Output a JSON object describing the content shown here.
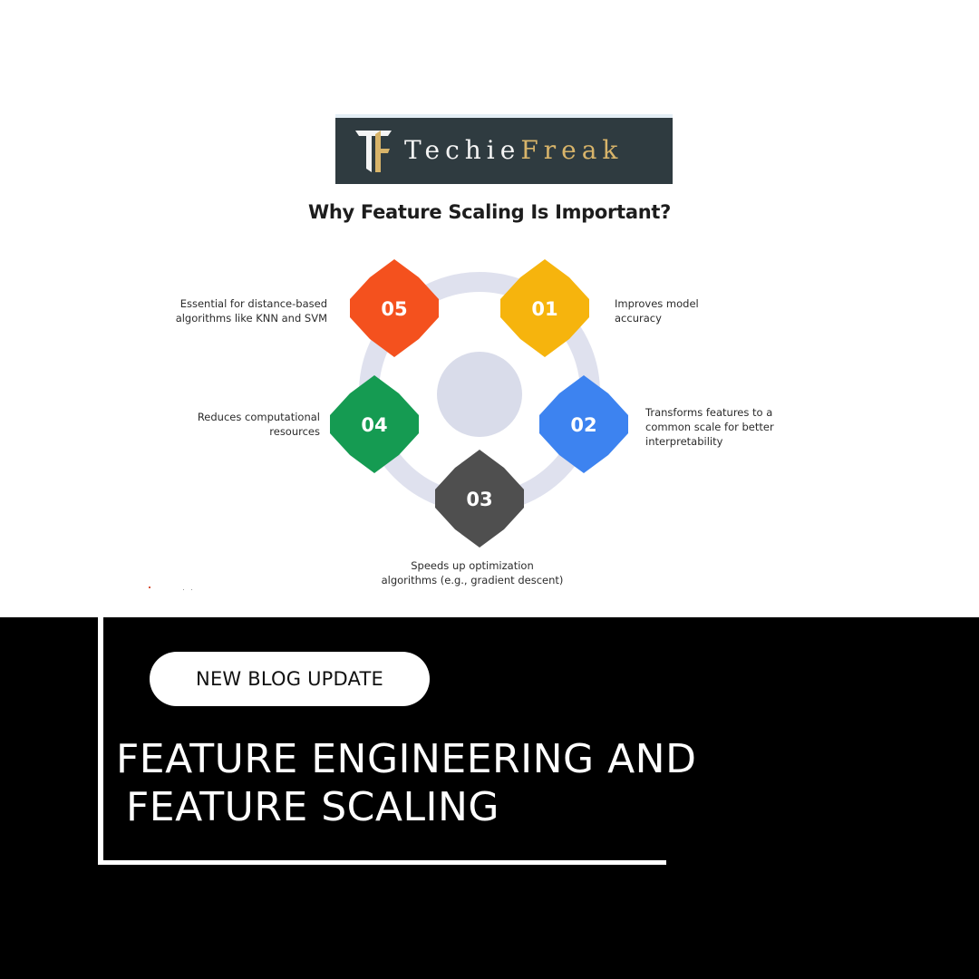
{
  "logo": {
    "techie": "Techie",
    "freak": "Freak"
  },
  "diagram": {
    "title": "Why Feature Scaling Is Important?",
    "colors": {
      "ring": "#dfe1ee",
      "center": "#d9dcea",
      "step01": "#f6b40d",
      "step02": "#3d83f0",
      "step03": "#4f4f4f",
      "step04": "#159b52",
      "step05": "#f4511e"
    },
    "steps": [
      {
        "number": "01",
        "line1": "Improves model",
        "line2": "accuracy",
        "line3": ""
      },
      {
        "number": "02",
        "line1": "Transforms features to a",
        "line2": "common scale for better",
        "line3": "interpretability"
      },
      {
        "number": "03",
        "line1": "Speeds up optimization",
        "line2": "algorithms (e.g., gradient descent)",
        "line3": ""
      },
      {
        "number": "04",
        "line1": "Reduces computational",
        "line2": "resources",
        "line3": ""
      },
      {
        "number": "05",
        "line1": "Essential for distance-based",
        "line2": "algorithms like KNN and SVM",
        "line3": ""
      }
    ]
  },
  "banner": {
    "pill": "NEW BLOG UPDATE",
    "headline_line1": "FEATURE ENGINEERING AND",
    "headline_line2": "FEATURE SCALING"
  }
}
